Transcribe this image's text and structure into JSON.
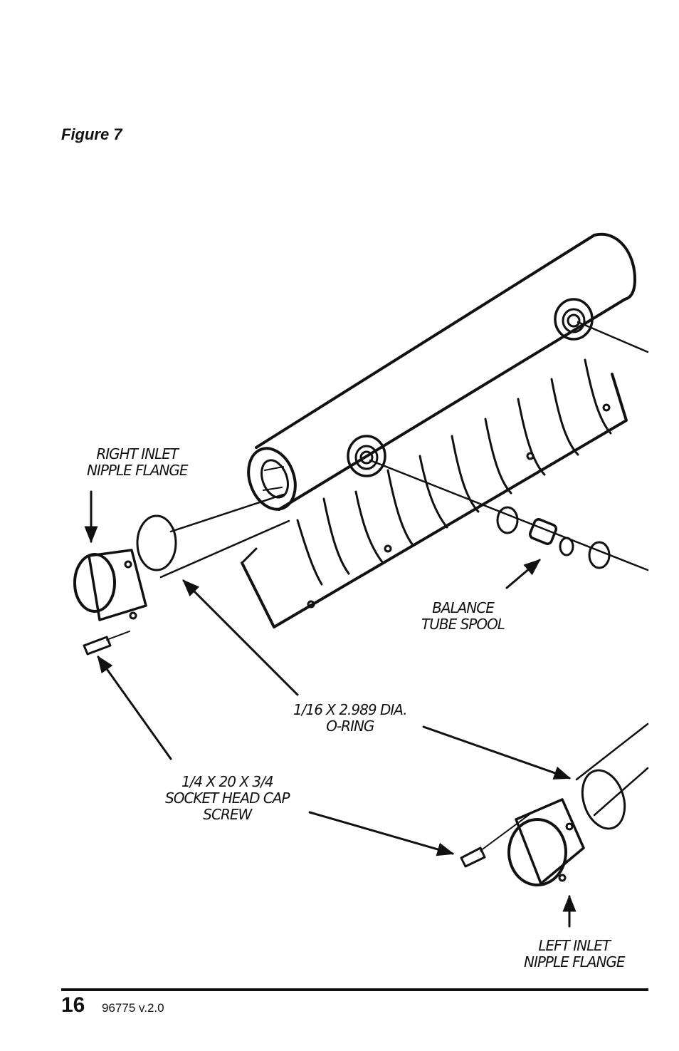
{
  "figure": {
    "caption": "Figure 7",
    "callouts": {
      "right_inlet_flange": [
        "RIGHT INLET",
        "NIPPLE FLANGE"
      ],
      "balance_tube_spool": [
        "BALANCE",
        "TUBE SPOOL"
      ],
      "o_ring": [
        "1/16 X 2.989 DIA.",
        "O-RING"
      ],
      "cap_screw": [
        "1/4 X 20 X 3/4",
        "SOCKET HEAD CAP",
        "SCREW"
      ],
      "left_inlet_flange": [
        "LEFT INLET",
        "NIPPLE FLANGE"
      ]
    }
  },
  "footer": {
    "page_number": "16",
    "doc_version": "96775 v.2.0"
  }
}
